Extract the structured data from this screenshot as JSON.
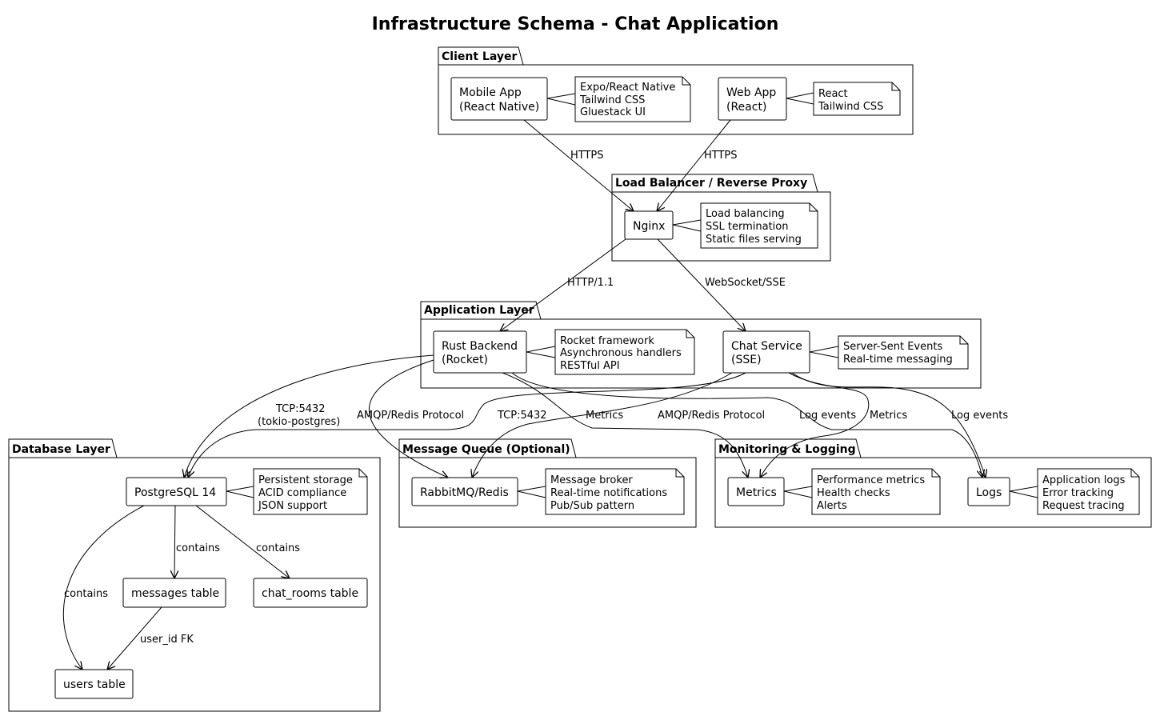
{
  "title": "Infrastructure Schema - Chat Application",
  "packages": {
    "client": "Client Layer",
    "lb": "Load Balancer / Reverse Proxy",
    "app": "Application Layer",
    "db": "Database Layer",
    "mq": "Message Queue (Optional)",
    "mon": "Monitoring & Logging"
  },
  "nodes": {
    "mobile": [
      "Mobile App",
      "(React Native)"
    ],
    "web": [
      "Web App",
      "(React)"
    ],
    "nginx": [
      "Nginx"
    ],
    "rust": [
      "Rust Backend",
      "(Rocket)"
    ],
    "chat": [
      "Chat Service",
      "(SSE)"
    ],
    "pg": [
      "PostgreSQL 14"
    ],
    "messages": [
      "messages table"
    ],
    "rooms": [
      "chat_rooms table"
    ],
    "users": [
      "users table"
    ],
    "mq": [
      "RabbitMQ/Redis"
    ],
    "metrics": [
      "Metrics"
    ],
    "logs": [
      "Logs"
    ]
  },
  "notes": {
    "mobile": [
      "Expo/React Native",
      "Tailwind CSS",
      "Gluestack UI"
    ],
    "web": [
      "React",
      "Tailwind CSS"
    ],
    "nginx": [
      "Load balancing",
      "SSL termination",
      "Static files serving"
    ],
    "rust": [
      "Rocket framework",
      "Asynchronous handlers",
      "RESTful API"
    ],
    "chat": [
      "Server-Sent Events",
      "Real-time messaging"
    ],
    "pg": [
      "Persistent storage",
      "ACID compliance",
      "JSON support"
    ],
    "mq": [
      "Message broker",
      "Real-time notifications",
      "Pub/Sub pattern"
    ],
    "metrics": [
      "Performance metrics",
      "Health checks",
      "Alerts"
    ],
    "logs": [
      "Application logs",
      "Error tracking",
      "Request tracing"
    ]
  },
  "edge_labels": {
    "mobile_nginx": "HTTPS",
    "web_nginx": "HTTPS",
    "nginx_rust": "HTTP/1.1",
    "nginx_chat": "WebSocket/SSE",
    "rust_pg": [
      "TCP:5432",
      "(tokio-postgres)"
    ],
    "rust_mq": "AMQP/Redis Protocol",
    "chat_pg": "TCP:5432",
    "rust_metrics": "Metrics",
    "chat_mq": "AMQP/Redis Protocol",
    "rust_logs": "Log events",
    "chat_metrics": "Metrics",
    "chat_logs": "Log events",
    "pg_messages": "contains",
    "pg_rooms": "contains",
    "pg_users": "contains",
    "messages_users": "user_id FK"
  }
}
